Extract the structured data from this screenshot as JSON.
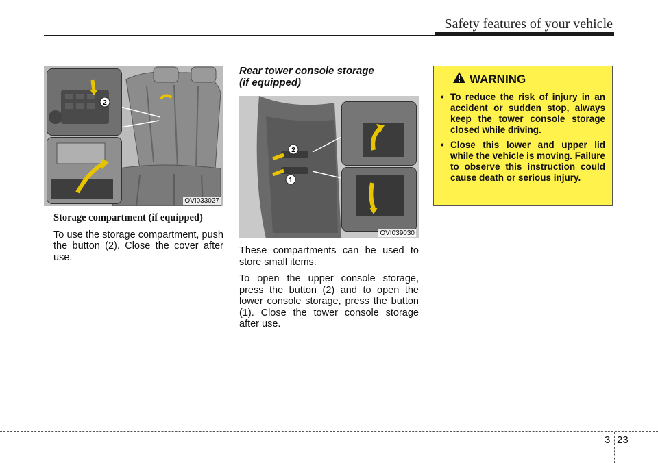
{
  "header": {
    "title": "Safety features of your vehicle"
  },
  "left": {
    "figure_code": "OVI033027",
    "heading": "Storage compartment (if equipped)",
    "body": "To use the storage compartment, push the button (2). Close the cover after use."
  },
  "middle": {
    "heading_line1": "Rear tower console storage",
    "heading_line2": "(if equipped)",
    "figure_code": "OVI039030",
    "para1": "These compartments can be used to store small items.",
    "para2": "To open the upper console storage, press the button (2) and to open the lower console storage, press the button (1). Close the tower console storage after use."
  },
  "warning": {
    "title": "WARNING",
    "items": [
      "To reduce the risk of injury in an accident or sudden stop, always keep the tower console storage closed while driving.",
      "Close this lower and upper lid while the vehicle is moving. Failure to observe this instruction could cause death or serious injury."
    ]
  },
  "footer": {
    "chapter": "3",
    "page": "23"
  },
  "colors": {
    "warning_bg": "#fff24d",
    "rule": "#1a1a1a"
  }
}
